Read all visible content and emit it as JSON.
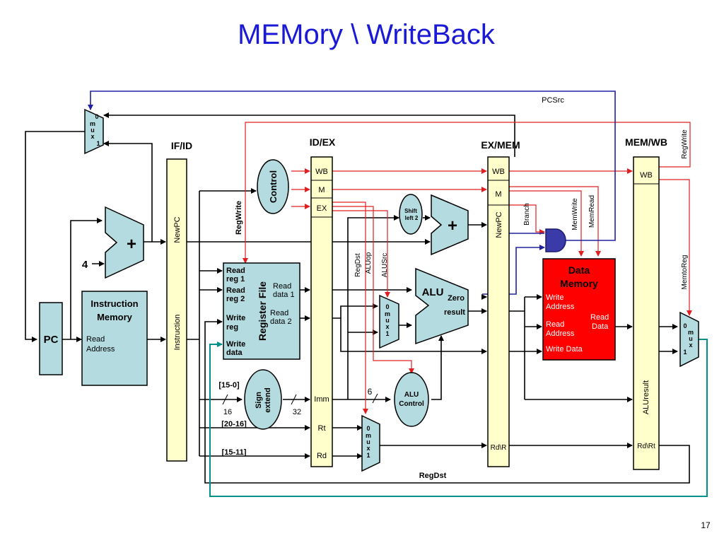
{
  "title": "MEMory \\ WriteBack",
  "page_number": "17",
  "pipeline_registers": {
    "if_id": {
      "label": "IF/ID",
      "newpc": "NewPC",
      "instruction": "Instruction"
    },
    "id_ex": {
      "label": "ID/EX",
      "wb": "WB",
      "m": "M",
      "ex": "EX",
      "imm": "Imm",
      "rt": "Rt",
      "rd": "Rd"
    },
    "ex_mem": {
      "label": "EX/MEM",
      "wb": "WB",
      "m": "M",
      "newpc": "NewPC",
      "rd": "Rd\\R"
    },
    "mem_wb": {
      "label": "MEM/WB",
      "wb": "WB",
      "aluresult": "ALUresult",
      "rd": "Rd\\Rt"
    }
  },
  "blocks": {
    "pc": "PC",
    "instruction_memory": {
      "title_line1": "Instruction",
      "title_line2": "Memory",
      "read_line1": "Read",
      "read_line2": "Address"
    },
    "register_file": {
      "title": "Register File",
      "read_reg1_line1": "Read",
      "read_reg1_line2": "reg 1",
      "read_reg2_line1": "Read",
      "read_reg2_line2": "reg 2",
      "write_reg_line1": "Write",
      "write_reg_line2": "reg",
      "write_data_line1": "Write",
      "write_data_line2": "data",
      "read_data1_line1": "Read",
      "read_data1_line2": "data 1",
      "read_data2_line1": "Read",
      "read_data2_line2": "data 2"
    },
    "control": "Control",
    "sign_extend_line1": "Sign",
    "sign_extend_line2": "extend",
    "shift_left_line1": "Shift",
    "shift_left_line2": "left 2",
    "adder_plus": "+",
    "alu": {
      "label": "ALU",
      "zero": "Zero",
      "result": "result"
    },
    "alu_control_line1": "ALU",
    "alu_control_line2": "Control",
    "data_memory": {
      "title_line1": "Data",
      "title_line2": "Memory",
      "write_address_line1": "Write",
      "write_address_line2": "Address",
      "read_address_line1": "Read",
      "read_address_line2": "Address",
      "read_data_line1": "Read",
      "read_data_line2": "Data",
      "write_data": "Write Data"
    }
  },
  "mux_labels": {
    "zero": "0",
    "m": "m",
    "u": "u",
    "x": "x",
    "one": "1"
  },
  "signals": {
    "pcsrc": "PCSrc",
    "regwrite_left": "RegWrite",
    "regwrite_right": "RegWrite",
    "regdst_vertical": "RegDst",
    "aluop": "ALUop",
    "alusrc": "ALUSrc",
    "branch": "Branch",
    "memwrite": "MemWrite",
    "memread": "MemRead",
    "memtoreg": "MemtoReg",
    "regdst_bottom": "RegDst",
    "const4": "4",
    "bits_15_0": "[15-0]",
    "bits_20_16": "[20-16]",
    "bits_15_11": "[15-11]",
    "width16": "16",
    "width32": "32",
    "width6": "6"
  },
  "colors": {
    "title": "#1a1ad6",
    "block_fill": "#b4dce0",
    "register_fill": "#ffffcc",
    "data_memory_fill": "#ff0000",
    "control_wire": "#e02020",
    "pcsrc_wire": "#2020a0",
    "writeback_wire": "#00908a",
    "and_gate": "#3a3aa8"
  }
}
